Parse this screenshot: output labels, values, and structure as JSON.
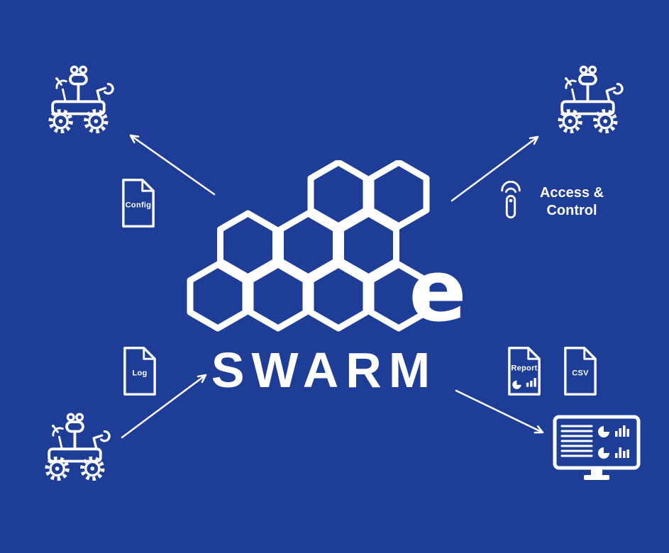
{
  "colors": {
    "background": "#1e3d96",
    "foreground": "#ffffff"
  },
  "logo": {
    "brand_letter": "e",
    "title": "SWARM"
  },
  "nodes": {
    "config_label": "Config",
    "log_label": "Log",
    "report_label": "Report",
    "csv_label": "CSV",
    "access_line1": "Access &",
    "access_line2": "Control"
  },
  "icons": [
    "rover-icon",
    "honeycomb-logo",
    "config-file-icon",
    "log-file-icon",
    "wifi-signal-icon",
    "remote-control-icon",
    "report-file-icon",
    "csv-file-icon",
    "pie-chart-icon",
    "bar-chart-icon",
    "dashboard-monitor-icon",
    "arrow-icon"
  ]
}
